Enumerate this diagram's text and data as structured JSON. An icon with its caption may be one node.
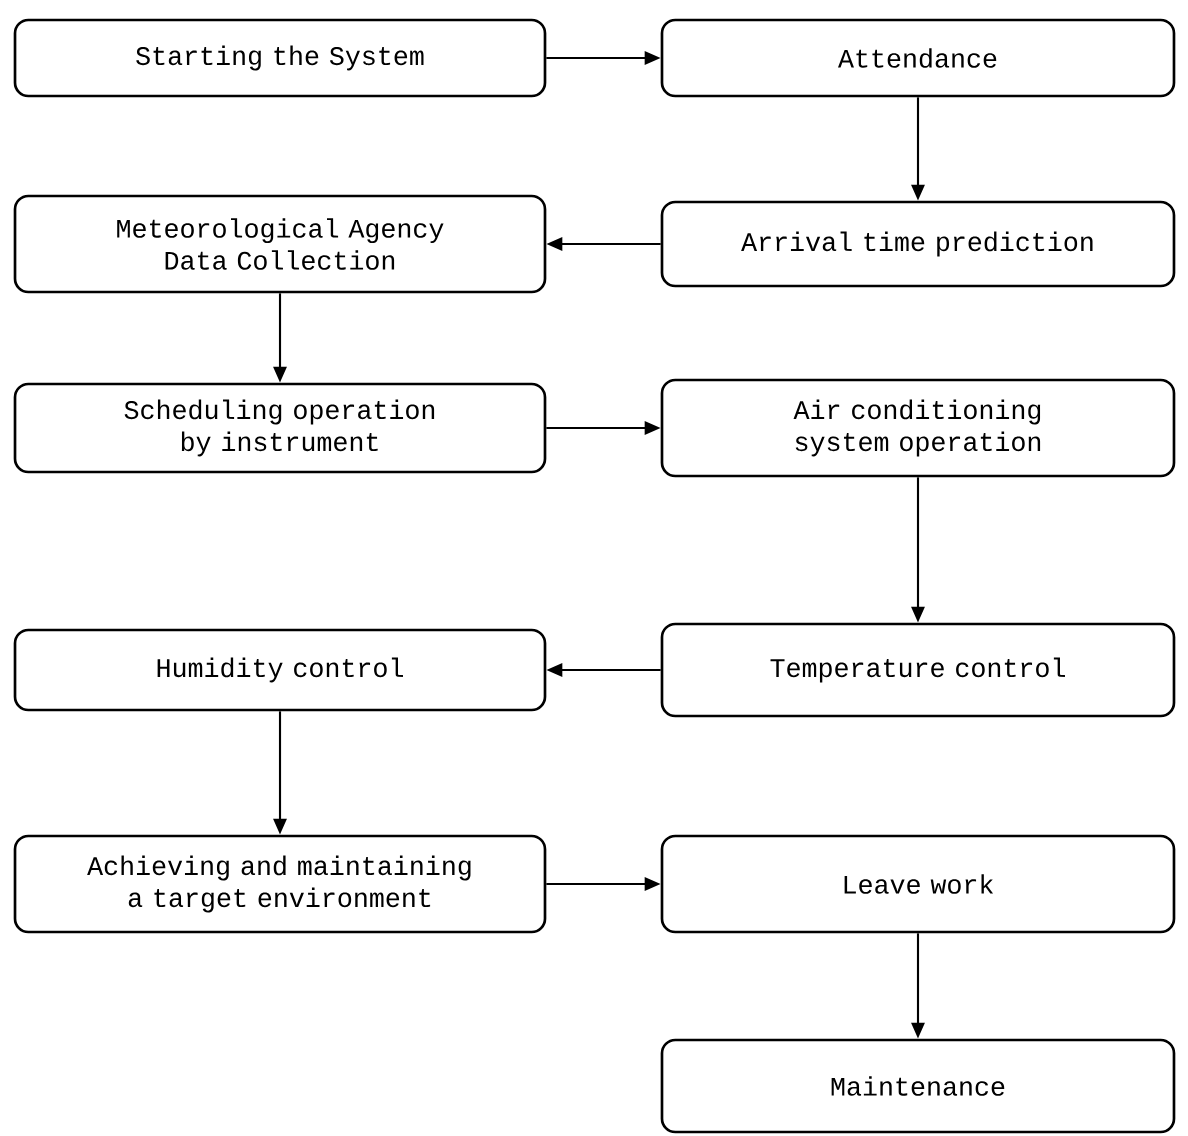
{
  "diagram": {
    "nodes": [
      {
        "text": [
          "Starting the System"
        ]
      },
      {
        "text": [
          "Attendance"
        ]
      },
      {
        "text": [
          "Arrival time prediction"
        ]
      },
      {
        "text": [
          "Meteorological Agency Data Collection"
        ]
      },
      {
        "text": [
          "Scheduling operation by instrument"
        ]
      },
      {
        "text": [
          "Air conditioning system operation"
        ]
      },
      {
        "text": [
          "Temperature control"
        ]
      },
      {
        "text": [
          "Humidity control"
        ]
      },
      {
        "text": [
          "Achieving and maintaining a target environment"
        ]
      },
      {
        "text": [
          "Leave work"
        ]
      },
      {
        "text": [
          "Maintenance"
        ]
      }
    ],
    "edges": [
      {
        "from": 0,
        "to": 1,
        "arrow": "to"
      },
      {
        "from": 1,
        "to": 2,
        "arrow": "to"
      },
      {
        "from": 2,
        "to": 3,
        "arrow": "to"
      },
      {
        "from": 3,
        "to": 4,
        "arrow": "to"
      },
      {
        "from": 4,
        "to": 5,
        "arrow": "to"
      },
      {
        "from": 5,
        "to": 6,
        "arrow": "to"
      },
      {
        "from": 6,
        "to": 7,
        "arrow": "to"
      },
      {
        "from": 7,
        "to": 8,
        "arrow": "to"
      },
      {
        "from": 8,
        "to": 9,
        "arrow": "to"
      },
      {
        "from": 9,
        "to": 10,
        "arrow": "to"
      }
    ]
  }
}
